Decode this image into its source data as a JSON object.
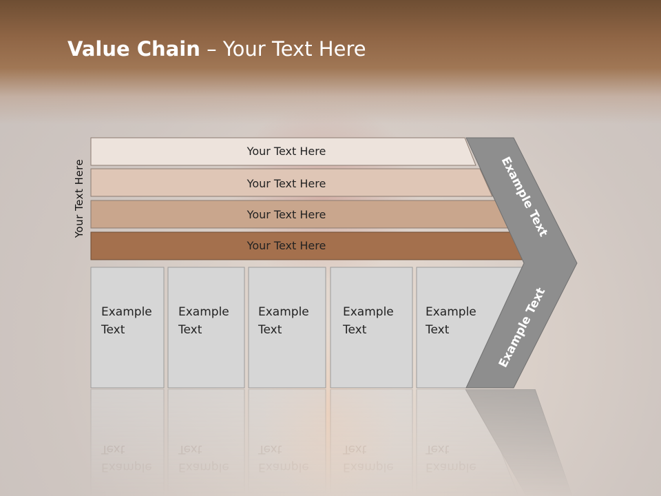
{
  "title": {
    "bold": "Value Chain",
    "rest": " – Your Text Here"
  },
  "side_label": "Your Text Here",
  "rows": [
    {
      "label": "Your Text Here",
      "color": "#ede3dc"
    },
    {
      "label": "Your Text Here",
      "color": "#dfc6b6"
    },
    {
      "label": "Your Text Here",
      "color": "#c9a68d"
    },
    {
      "label": "Your Text Here",
      "color": "#a4704d"
    }
  ],
  "columns": [
    {
      "line1": "Example",
      "line2": "Text"
    },
    {
      "line1": "Example",
      "line2": "Text"
    },
    {
      "line1": "Example",
      "line2": "Text"
    },
    {
      "line1": "Example",
      "line2": "Text"
    },
    {
      "line1": "Example",
      "line2": "Text"
    }
  ],
  "chevron": {
    "top_label": "Example Text",
    "bottom_label": "Example Text",
    "color": "#8e8e8e"
  },
  "column_color": "#d6d6d6"
}
